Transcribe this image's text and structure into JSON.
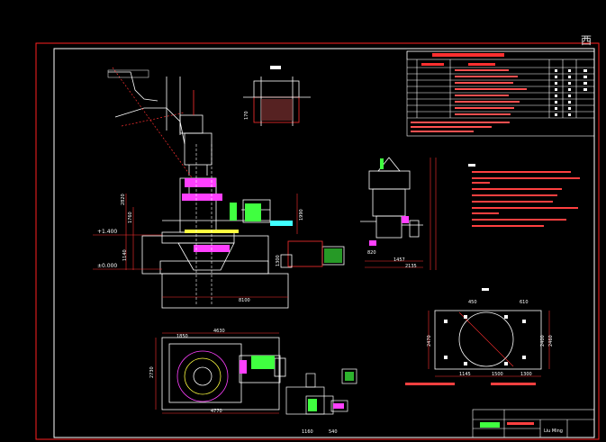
{
  "title_block": {
    "student": "Liu Ming"
  },
  "parts_table": {
    "rows_count": 8
  },
  "dims": {
    "elev_top": "+1.400",
    "elev_floor": "±0.000",
    "width_4630": "4630",
    "width_4770": "4770",
    "dim_1850": "1850",
    "dim_8100": "8100",
    "dim_2730": "2730",
    "dim_1140": "1140",
    "dim_1300": "1300",
    "dim_1160": "1160",
    "dim_820": "820",
    "dim_1457": "1457",
    "dim_2135": "2135",
    "dim_2470": "2470",
    "dim_2400": "2400",
    "dim_1145": "1145",
    "dim_1300b": "1300",
    "dim_1500": "1500",
    "dim_1760": "1760",
    "dim_2820": "2820",
    "dim_1990": "1990",
    "dim_2460": "2460",
    "dim_450": "450",
    "dim_610": "610",
    "dim_540": "540",
    "dim_170": "170"
  },
  "window": {
    "corner_char": "西"
  }
}
